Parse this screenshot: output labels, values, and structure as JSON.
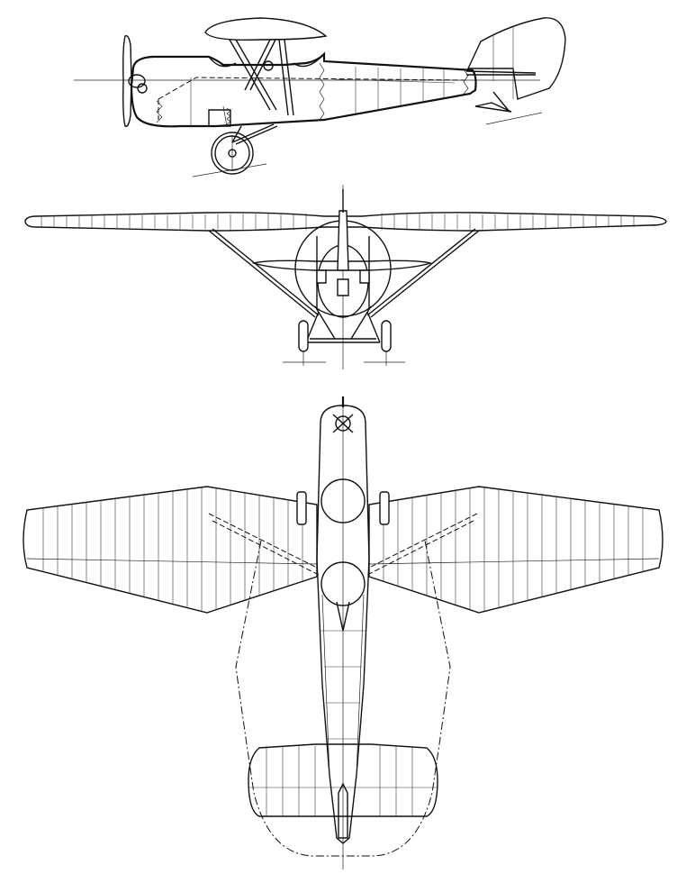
{
  "drawing": {
    "views": [
      "side",
      "front",
      "top"
    ],
    "line_color": "#111111",
    "background": "#ffffff"
  },
  "parts": {
    "icons": [
      "propeller-icon",
      "wheel-icon",
      "engine-cowling-icon",
      "tail-fin-icon",
      "wing-strut-icon"
    ]
  }
}
